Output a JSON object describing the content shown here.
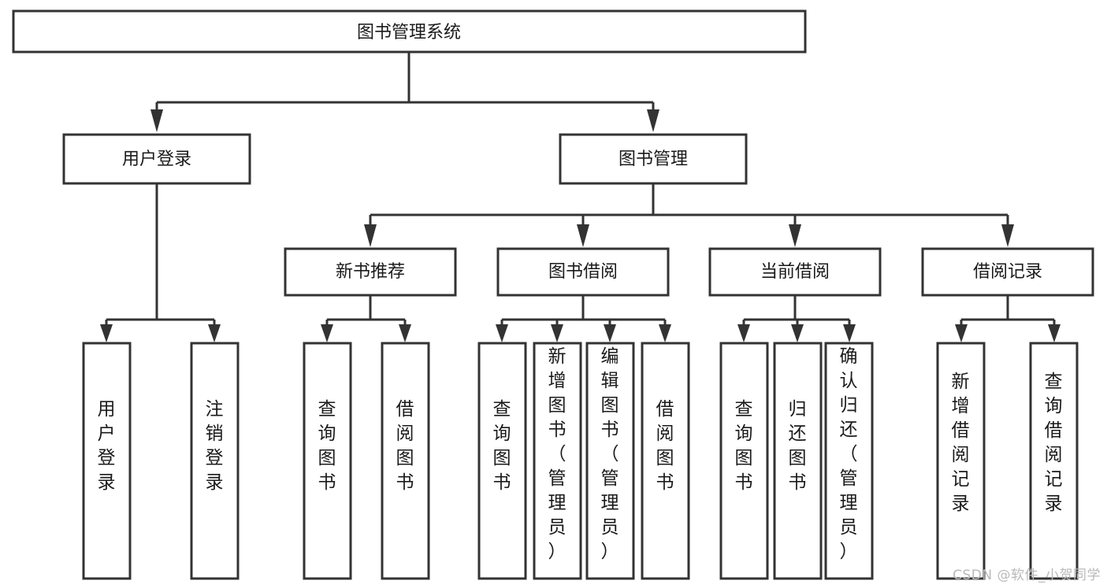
{
  "diagram": {
    "title": "图书管理系统",
    "type": "tree-hierarchy",
    "watermark": "CSDN @软件_小贺同学",
    "colors": {
      "stroke": "#333333",
      "fill": "#ffffff",
      "text": "#1a1a1a",
      "watermark": "#b9b9b9"
    },
    "root": {
      "label": "图书管理系统"
    },
    "level2": [
      {
        "label": "用户登录"
      },
      {
        "label": "图书管理"
      }
    ],
    "level3": [
      {
        "label": "新书推荐"
      },
      {
        "label": "图书借阅"
      },
      {
        "label": "当前借阅"
      },
      {
        "label": "借阅记录"
      }
    ],
    "leaves_user_login": [
      {
        "label": "用户登录"
      },
      {
        "label": "注销登录"
      }
    ],
    "leaves_new_book": [
      {
        "label": "查询图书"
      },
      {
        "label": "借阅图书"
      }
    ],
    "leaves_book_borrow": [
      {
        "label": "查询图书"
      },
      {
        "label": "新增图书（管理员）"
      },
      {
        "label": "编辑图书（管理员）"
      },
      {
        "label": "借阅图书"
      }
    ],
    "leaves_current_borrow": [
      {
        "label": "查询图书"
      },
      {
        "label": "归还图书"
      },
      {
        "label": "确认归还（管理员）"
      }
    ],
    "leaves_borrow_record": [
      {
        "label": "新增借阅记录"
      },
      {
        "label": "查询借阅记录"
      }
    ]
  }
}
